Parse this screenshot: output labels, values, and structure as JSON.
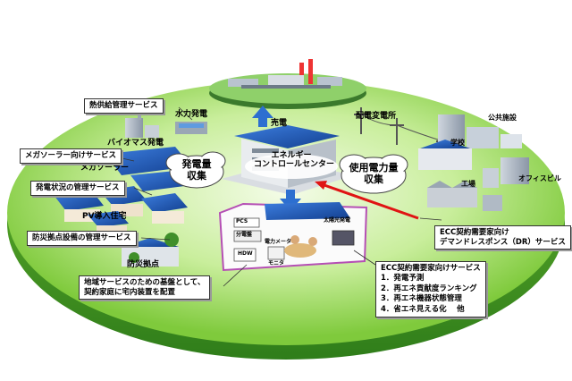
{
  "center": {
    "line1": "エネルギー",
    "line2": "コントロールセンター"
  },
  "top": {
    "power_plant": "売電",
    "substation": "配電変電所"
  },
  "generation": {
    "hydro": "水力発電",
    "biomass": "バイオマス発電",
    "mega_solar": "メガソーラー",
    "pv_homes": "PV導入住宅",
    "disaster_base": "防災拠点"
  },
  "demand": {
    "public_facility": "公共施設",
    "school": "学校",
    "factory": "工場",
    "office_building": "オフィスビル"
  },
  "clouds": {
    "left": {
      "line1": "発電量",
      "line2": "収集"
    },
    "right": {
      "line1": "使用電力量",
      "line2": "収集"
    }
  },
  "callouts": {
    "heat_supply": "熱供給管理サービス",
    "mega_solar_service": "メガソーラー向けサービス",
    "power_status": "発電状況の管理サービス",
    "disaster_equipment": "防災拠点設備の管理サービス",
    "regional": {
      "line1": "地域サービスのための基盤として、",
      "line2": "契約家庭に宅内装置を配置"
    },
    "dr": {
      "line1": "ECC契約需要家向け",
      "line2": "デマンドレスポンス（DR）サービス"
    },
    "home_services": {
      "title": "ECC契約需要家向けサービス",
      "items": [
        "1．発電予測",
        "2．再エネ貢献度ランキング",
        "3．再エネ機器状態管理",
        "4．省エネ見える化　 他"
      ]
    }
  },
  "house_devices": {
    "pcs": "PCS",
    "panel": "分電盤",
    "hdw": "HDW",
    "monitor": "モニタ",
    "solar": "太陽光発電",
    "meter": "電力メータ"
  },
  "colors": {
    "ground_top": "#b9e58a",
    "ground_center": "#eaf8d4",
    "ground_edge": "#5aa62e",
    "arrow_blue": "#2d6fd0",
    "arrow_red": "#e01414",
    "cloud": "#ffffff"
  }
}
